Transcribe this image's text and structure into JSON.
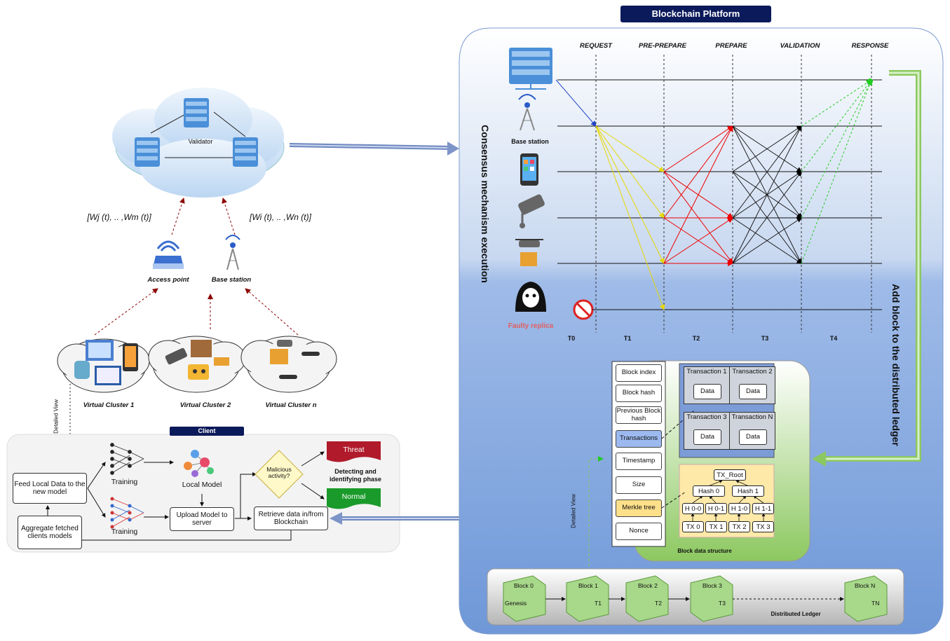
{
  "platform": {
    "title": "Blockchain Platform",
    "consensus_label": "Consensus mechanism execution",
    "add_block_label": "Add block to the distributed ledger",
    "phases": [
      "REQUEST",
      "PRE-PREPARE",
      "PREPARE",
      "VALIDATION",
      "RESPONSE"
    ],
    "times": [
      "T0",
      "T1",
      "T2",
      "T3",
      "T4"
    ],
    "base_station": "Base station",
    "faulty": "Faulty replica"
  },
  "cloud": {
    "validator": "Validator"
  },
  "weights": {
    "left": "[Wj (t), .. ,Wm (t)]",
    "right": "[Wi (t), .. ,Wn (t)]"
  },
  "edge": {
    "access_point": "Access point",
    "base_station": "Base station"
  },
  "clusters": [
    "Virtual Cluster 1",
    "Virtual Cluster 2",
    "Virtual Cluster n"
  ],
  "detailed_view": "Detailed View",
  "client": {
    "title": "Client",
    "feed": "Feed Local Data to the new model",
    "aggregate": "Aggregate fetched clients models",
    "training1": "Training",
    "training2": "Training",
    "local_model": "Local Model",
    "upload": "Upload Model to server",
    "retrieve": "Retrieve  data in/from Blockchain",
    "malicious": "Malicious activity?",
    "threat": "Threat",
    "normal": "Normal",
    "phase": "Detecting and identifying phase"
  },
  "block": {
    "fields": [
      "Block index",
      "Block hash",
      "Previous Block hash",
      "Transactions",
      "Timestamp",
      "Size",
      "Merkle tree",
      "Nonce"
    ],
    "transactions": [
      "Transaction 1",
      "Transaction 2",
      "Transaction 3",
      "Transaction N"
    ],
    "data_label": "Data",
    "merkle": {
      "root": "TX_Root",
      "level1": [
        "Hash 0",
        "Hash 1"
      ],
      "level2": [
        "H 0-0",
        "H 0-1",
        "H 1-0",
        "H 1-1"
      ],
      "leaves": [
        "TX 0",
        "TX 1",
        "TX 2",
        "TX 3"
      ]
    },
    "caption": "Block data structure"
  },
  "ledger": {
    "label": "Distributed Ledger",
    "blocks": [
      {
        "name": "Block 0",
        "sub": "Genesis"
      },
      {
        "name": "Block 1",
        "sub": "T1"
      },
      {
        "name": "Block 2",
        "sub": "T2"
      },
      {
        "name": "Block 3",
        "sub": "T3"
      },
      {
        "name": "Block N",
        "sub": "TN"
      }
    ]
  },
  "colors": {
    "navy": "#0b1a5a",
    "server_blue": "#4a8fd8",
    "threat_red": "#b01a2a",
    "normal_green": "#1a9a2a",
    "merkle_yellow": "#ffe9a8",
    "block_green": "#a8d88a",
    "platform_blue": "#6f98d8"
  }
}
